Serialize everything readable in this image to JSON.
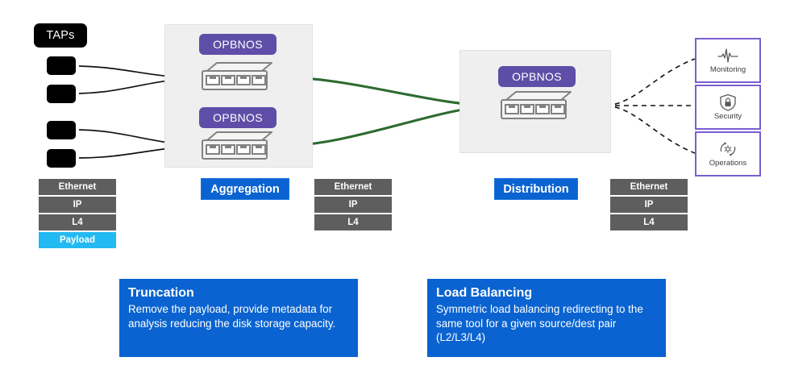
{
  "taps": {
    "label": "TAPs",
    "ports": [
      "tap-1",
      "tap-2",
      "tap-3",
      "tap-4"
    ]
  },
  "stages": {
    "aggregation": {
      "chip_label": "Aggregation",
      "devices": [
        {
          "badge": "OPBNOS",
          "icon": "network-switch-icon"
        },
        {
          "badge": "OPBNOS",
          "icon": "network-switch-icon"
        }
      ]
    },
    "distribution": {
      "chip_label": "Distribution",
      "devices": [
        {
          "badge": "OPBNOS",
          "icon": "network-switch-icon"
        }
      ]
    }
  },
  "packet_stacks": [
    {
      "name": "stack-ingress",
      "layers": [
        {
          "label": "Ethernet",
          "type": "header"
        },
        {
          "label": "IP",
          "type": "header"
        },
        {
          "label": "L4",
          "type": "header"
        },
        {
          "label": "Payload",
          "type": "payload"
        }
      ]
    },
    {
      "name": "stack-truncated",
      "layers": [
        {
          "label": "Ethernet",
          "type": "header"
        },
        {
          "label": "IP",
          "type": "header"
        },
        {
          "label": "L4",
          "type": "header"
        }
      ]
    },
    {
      "name": "stack-egress",
      "layers": [
        {
          "label": "Ethernet",
          "type": "header"
        },
        {
          "label": "IP",
          "type": "header"
        },
        {
          "label": "L4",
          "type": "header"
        }
      ]
    }
  ],
  "tools": [
    {
      "label": "Monitoring",
      "icon": "waveform-pulse-icon"
    },
    {
      "label": "Security",
      "icon": "shield-lock-icon"
    },
    {
      "label": "Operations",
      "icon": "gear-refresh-icon"
    }
  ],
  "callouts": [
    {
      "title": "Truncation",
      "body": "Remove the payload, provide metadata for analysis reducing the disk storage capacity."
    },
    {
      "title": "Load Balancing",
      "body": "Symmetric load balancing redirecting to the same tool  for a given source/dest pair (L2/L3/L4)"
    }
  ],
  "colors": {
    "brand_purple": "#5e4ea7",
    "tool_border_purple": "#7a5ed0",
    "callout_blue": "#0a63d0",
    "payload_cyan": "#23b9f2",
    "header_gray": "#5e5e5e",
    "link_green": "#2c6b2f",
    "panel_gray": "#efefef",
    "tap_black": "#000000"
  }
}
